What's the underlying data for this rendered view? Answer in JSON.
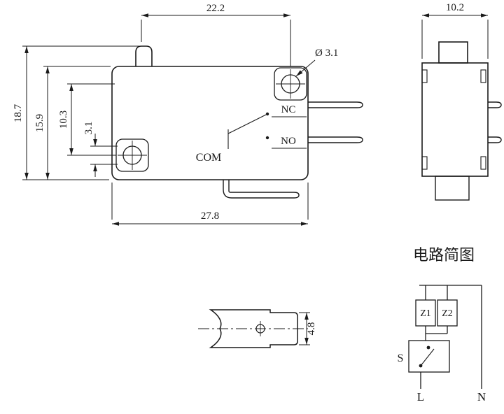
{
  "colors": {
    "ink": "#1a1a1a",
    "background": "#ffffff"
  },
  "front_view": {
    "dim_top_width": "22.2",
    "dim_overall_height": "18.7",
    "dim_body_height": "15.9",
    "dim_hole_spacing": "10.3",
    "dim_hole_size": "3.1",
    "dim_bottom_width": "27.8",
    "hole_diameter_label": "Ø 3.1",
    "terminal_nc_label": "NC",
    "terminal_no_label": "NO",
    "terminal_com_label": "COM"
  },
  "side_view": {
    "dim_width": "10.2"
  },
  "lever_detail": {
    "dim_height": "4.8"
  },
  "circuit_diagram": {
    "title": "电路简图",
    "component_z1": "Z1",
    "component_z2": "Z2",
    "switch_label": "S",
    "line_label": "L",
    "neutral_label": "N"
  }
}
